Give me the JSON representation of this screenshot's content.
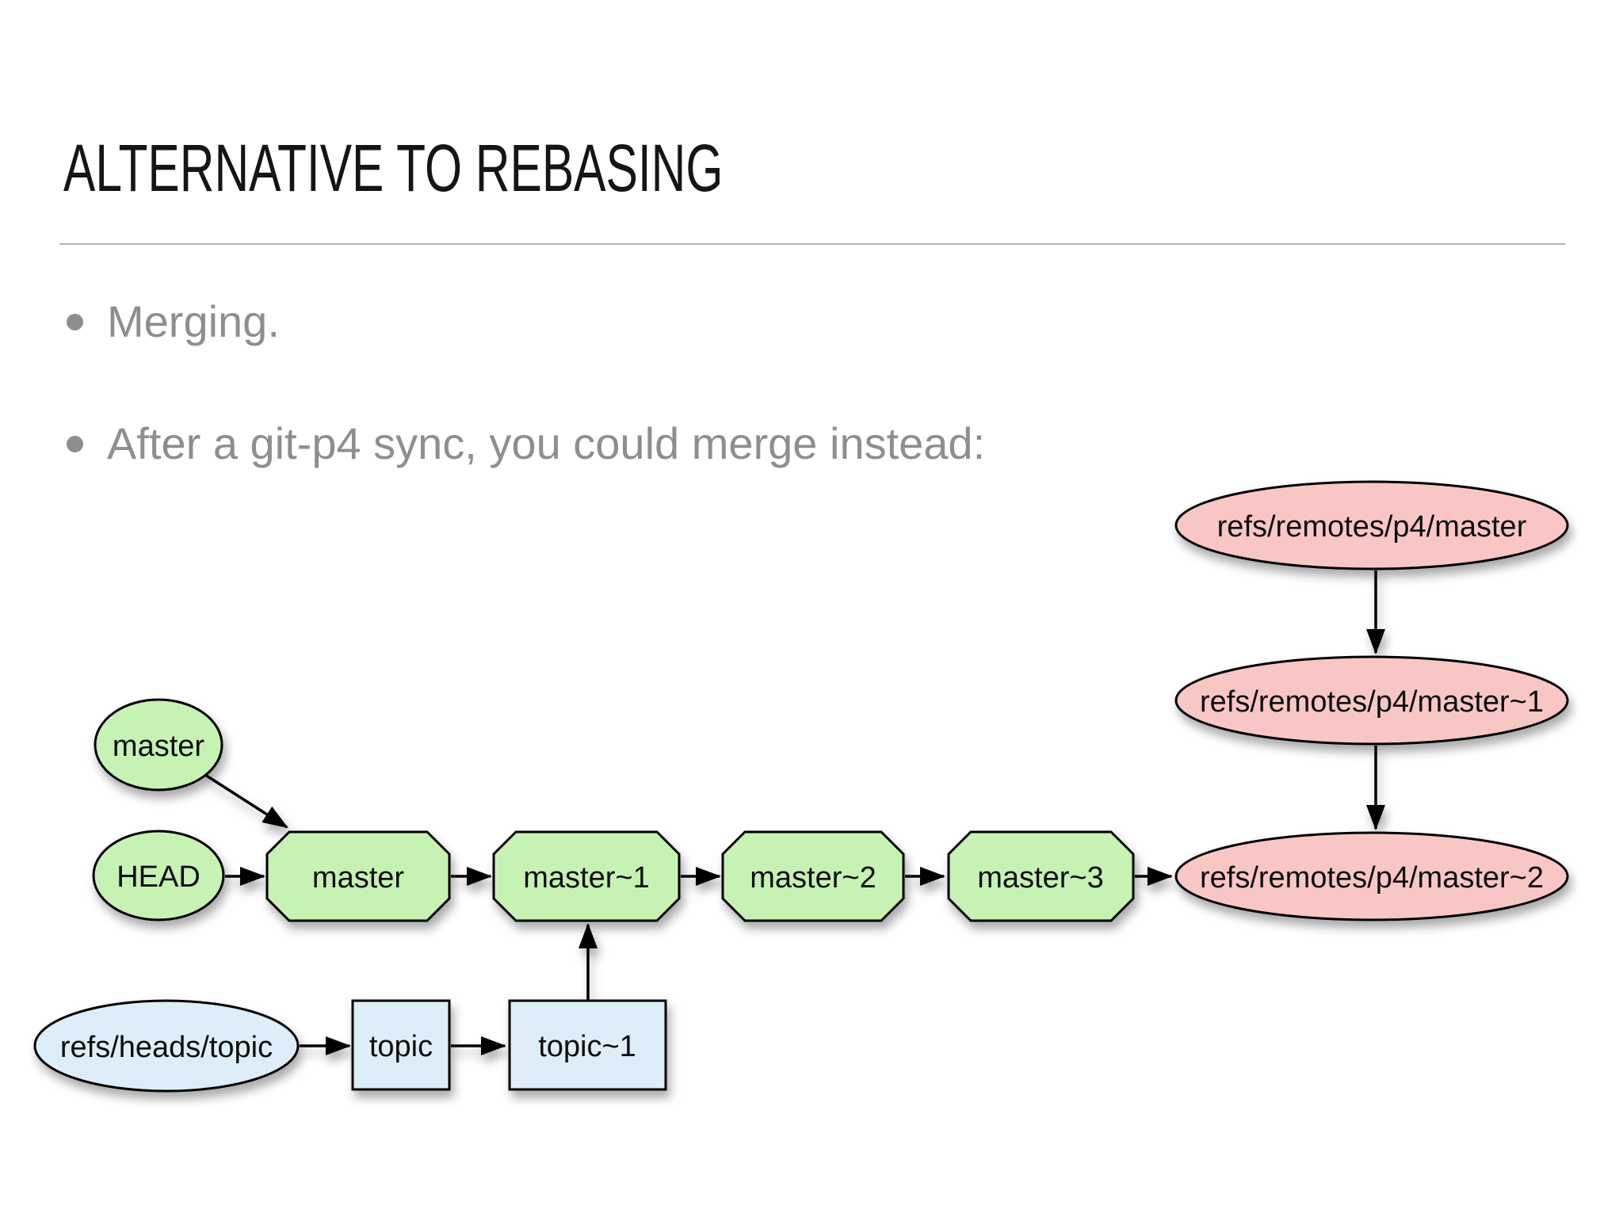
{
  "slide": {
    "title": "ALTERNATIVE TO REBASING",
    "bullets": [
      {
        "text": "Merging."
      },
      {
        "text": "After a git-p4 sync, you could merge instead:"
      }
    ]
  },
  "colors": {
    "pink": "#f9c6c6",
    "green": "#c6f2b4",
    "blue": "#ddeef9",
    "node_border": "#000000",
    "title_text": "#151515",
    "bullet_text": "#8e8e8e",
    "divider": "#b3b3b3"
  },
  "diagram": {
    "nodes": {
      "p4_master": {
        "label": "refs/remotes/p4/master",
        "shape": "ellipse",
        "fill": "pink"
      },
      "p4_master_1": {
        "label": "refs/remotes/p4/master~1",
        "shape": "ellipse",
        "fill": "pink"
      },
      "p4_master_2": {
        "label": "refs/remotes/p4/master~2",
        "shape": "ellipse",
        "fill": "pink"
      },
      "master_ref": {
        "label": "master",
        "shape": "ellipse",
        "fill": "green"
      },
      "head_ref": {
        "label": "HEAD",
        "shape": "ellipse",
        "fill": "green"
      },
      "master": {
        "label": "master",
        "shape": "octagon",
        "fill": "green"
      },
      "master_1": {
        "label": "master~1",
        "shape": "octagon",
        "fill": "green"
      },
      "master_2": {
        "label": "master~2",
        "shape": "octagon",
        "fill": "green"
      },
      "master_3": {
        "label": "master~3",
        "shape": "octagon",
        "fill": "green"
      },
      "topic_ref": {
        "label": "refs/heads/topic",
        "shape": "ellipse",
        "fill": "blue"
      },
      "topic": {
        "label": "topic",
        "shape": "box",
        "fill": "blue"
      },
      "topic_1": {
        "label": "topic~1",
        "shape": "box",
        "fill": "blue"
      }
    },
    "edges": [
      {
        "from": "master_ref",
        "to": "master"
      },
      {
        "from": "head_ref",
        "to": "master"
      },
      {
        "from": "master",
        "to": "master_1"
      },
      {
        "from": "master_1",
        "to": "master_2"
      },
      {
        "from": "master_2",
        "to": "master_3"
      },
      {
        "from": "master_3",
        "to": "p4_master_2"
      },
      {
        "from": "p4_master",
        "to": "p4_master_1"
      },
      {
        "from": "p4_master_1",
        "to": "p4_master_2"
      },
      {
        "from": "topic_ref",
        "to": "topic"
      },
      {
        "from": "topic",
        "to": "topic_1"
      },
      {
        "from": "topic_1",
        "to": "master_1"
      }
    ]
  }
}
